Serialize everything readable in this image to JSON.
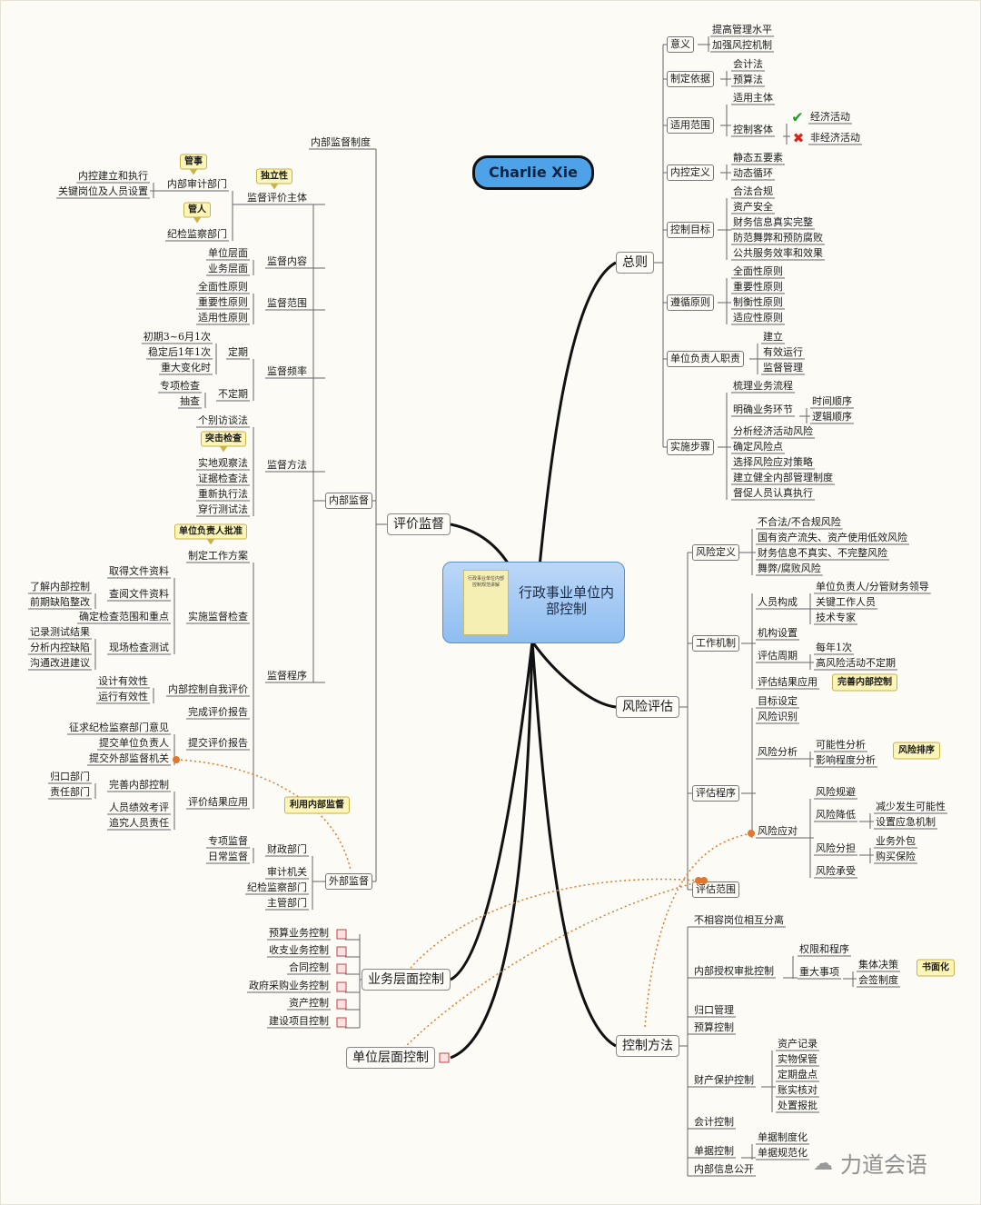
{
  "author": "Charlie Xie",
  "center": {
    "title": "行政事业单位内部控制",
    "book_cover": "行政事业单位内部控制规范讲解"
  },
  "branches": {
    "zongze": {
      "label": "总则",
      "yiyi": {
        "label": "意义",
        "items": [
          "提高管理水平",
          "加强风控机制"
        ]
      },
      "zhiding": {
        "label": "制定依据",
        "items": [
          "会计法",
          "预算法"
        ]
      },
      "fanwei": {
        "label": "适用范围",
        "zhuti": "适用主体",
        "keti": "控制客体",
        "yes": "经济活动",
        "no": "非经济活动"
      },
      "dingyi": {
        "label": "内控定义",
        "items": [
          "静态五要素",
          "动态循环"
        ]
      },
      "mubiao": {
        "label": "控制目标",
        "items": [
          "合法合规",
          "资产安全",
          "财务信息真实完整",
          "防范舞弊和预防腐败",
          "公共服务效率和效果"
        ]
      },
      "yuanze": {
        "label": "遵循原则",
        "items": [
          "全面性原则",
          "重要性原则",
          "制衡性原则",
          "适应性原则"
        ]
      },
      "fuzeren": {
        "label": "单位负责人职责",
        "items": [
          "建立",
          "有效运行",
          "监督管理"
        ]
      },
      "buzhou": {
        "label": "实施步骤",
        "items": [
          "梳理业务流程",
          "明确业务环节",
          "分析经济活动风险",
          "确定风险点",
          "选择风险应对策略",
          "建立健全内部管理制度",
          "督促人员认真执行"
        ],
        "sub": [
          "时间顺序",
          "逻辑顺序"
        ]
      }
    },
    "pinggu": {
      "label": "风险评估",
      "dingyi": {
        "label": "风险定义",
        "items": [
          "不合法/不合规风险",
          "国有资产流失、资产使用低效风险",
          "财务信息不真实、不完整风险",
          "舞弊/腐败风险"
        ]
      },
      "jizhi": {
        "label": "工作机制",
        "renyuan": "人员构成",
        "renyuan_items": [
          "单位负责人/分管财务领导",
          "关键工作人员",
          "技术专家"
        ],
        "jigou": "机构设置",
        "zhouqi": "评估周期",
        "zhouqi_items": [
          "每年1次",
          "高风险活动不定期"
        ],
        "yingyong": "评估结果应用",
        "yingyong_tag": "完善内部控制"
      },
      "chengxu": {
        "label": "评估程序",
        "mubiao": "目标设定",
        "shibie": "风险识别",
        "fenxi": "风险分析",
        "fenxi_items": [
          "可能性分析",
          "影响程度分析"
        ],
        "fenxi_tag": "风险排序",
        "yingdui": "风险应对",
        "guibi": "风险规避",
        "jiangdi": "风险降低",
        "jiangdi_items": [
          "减少发生可能性",
          "设置应急机制"
        ],
        "fendan": "风险分担",
        "fendan_items": [
          "业务外包",
          "购买保险"
        ],
        "chengshou": "风险承受"
      },
      "fanwei": {
        "label": "评估范围"
      }
    },
    "fangfa": {
      "label": "控制方法",
      "buxiangrong": "不相容岗位相互分离",
      "shouquan": {
        "label": "内部授权审批控制",
        "quanxian": "权限和程序",
        "zhongda": "重大事项",
        "items": [
          "集体决策",
          "会签制度"
        ],
        "tag": "书面化"
      },
      "guikou": "归口管理",
      "yusuan": "预算控制",
      "caichan": {
        "label": "财产保护控制",
        "items": [
          "资产记录",
          "实物保管",
          "定期盘点",
          "账实核对",
          "处置报批"
        ]
      },
      "kuaiji": "会计控制",
      "danju": {
        "label": "单据控制",
        "items": [
          "单据制度化",
          "单据规范化"
        ]
      },
      "gongkai": "内部信息公开"
    },
    "yewu": {
      "label": "业务层面控制",
      "items": [
        "预算业务控制",
        "收支业务控制",
        "合同控制",
        "政府采购业务控制",
        "资产控制",
        "建设项目控制"
      ]
    },
    "danwei": {
      "label": "单位层面控制"
    },
    "jiandu": {
      "label": "评价监督",
      "zhidu": "内部监督制度",
      "neibu": {
        "label": "内部监督",
        "zhuti": {
          "label": "监督评价主体",
          "tag_indep": "独立性",
          "shenji": "内部审计部门",
          "shenji_items": [
            "内控建立和执行",
            "关键岗位及人员设置"
          ],
          "tag_guanshi": "管事",
          "jijian": "纪检监察部门",
          "tag_guanren": "管人"
        },
        "neirong": {
          "label": "监督内容",
          "items": [
            "单位层面",
            "业务层面"
          ]
        },
        "fanwei": {
          "label": "监督范围",
          "items": [
            "全面性原则",
            "重要性原则",
            "适用性原则"
          ]
        },
        "pinlv": {
          "label": "监督频率",
          "dingqi": "定期",
          "dingqi_items": [
            "初期3~6月1次",
            "稳定后1年1次",
            "重大变化时"
          ],
          "budingqi": "不定期",
          "budingqi_items": [
            "专项检查",
            "抽查"
          ]
        },
        "fangfa": {
          "label": "监督方法",
          "items": [
            "个别访谈法",
            "实地观察法",
            "证据检查法",
            "重新执行法",
            "穿行测试法"
          ],
          "tag": "突击检查"
        },
        "chengxu": {
          "label": "监督程序",
          "fangan": "制定工作方案",
          "fangan_tag": "单位负责人批准",
          "shishi": "实施监督检查",
          "qude": "取得文件资料",
          "chayue": "查阅文件资料",
          "chayue_items": [
            "了解内部控制",
            "前期缺陷整改"
          ],
          "queding": "确定检查范围和重点",
          "xianchang": "现场检查测试",
          "xianchang_items": [
            "记录测试结果",
            "分析内控缺陷",
            "沟通改进建议"
          ],
          "ziwo": "内部控制自我评价",
          "ziwo_items": [
            "设计有效性",
            "运行有效性"
          ],
          "wancheng": "完成评价报告",
          "tijiao": "提交评价报告",
          "tijiao_items": [
            "征求纪检监察部门意见",
            "提交单位负责人",
            "提交外部监督机关"
          ],
          "yingyong": "评价结果应用",
          "wanshan": "完善内部控制",
          "wanshan_items": [
            "归口部门",
            "责任部门"
          ],
          "jixiao": "人员绩效考评",
          "zhuijiu": "追究人员责任"
        }
      },
      "waibu": {
        "label": "外部监督",
        "caizheng": "财政部门",
        "caizheng_items": [
          "专项监督",
          "日常监督"
        ],
        "others": [
          "审计机关",
          "纪检监察部门",
          "主管部门"
        ],
        "tag_liyong": "利用内部监督"
      }
    }
  },
  "watermark": "力道会语"
}
